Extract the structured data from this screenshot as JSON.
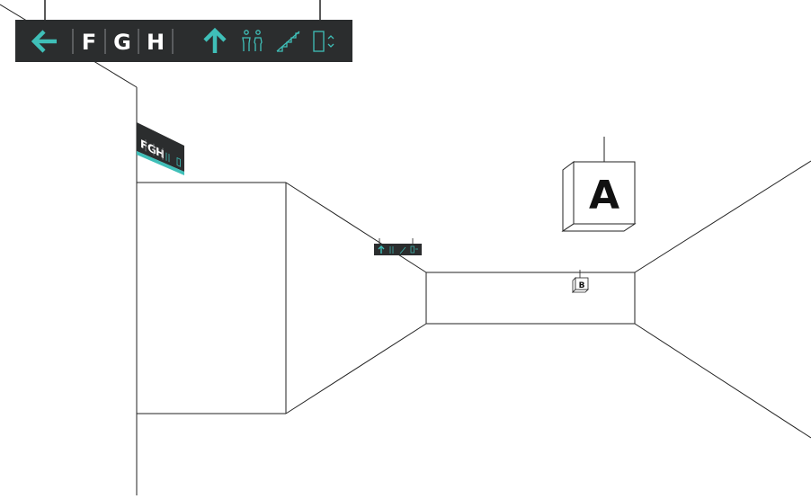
{
  "colors": {
    "line": "#222222",
    "sign_background": "#2b2d2e",
    "accent": "#3fbfb8",
    "letter": "#ffffff",
    "cube_letter": "#111111"
  },
  "main_sign": {
    "letters": [
      "F",
      "G",
      "H"
    ],
    "icons": [
      "arrow-left-icon",
      "arrow-up-icon",
      "restroom-icon",
      "stairs-icon",
      "elevator-icon"
    ]
  },
  "side_sign": {
    "letters": [
      "F",
      "G",
      "H"
    ]
  },
  "cube_sign": {
    "letter": "A"
  },
  "small_cube_sign": {
    "letter": "B"
  }
}
